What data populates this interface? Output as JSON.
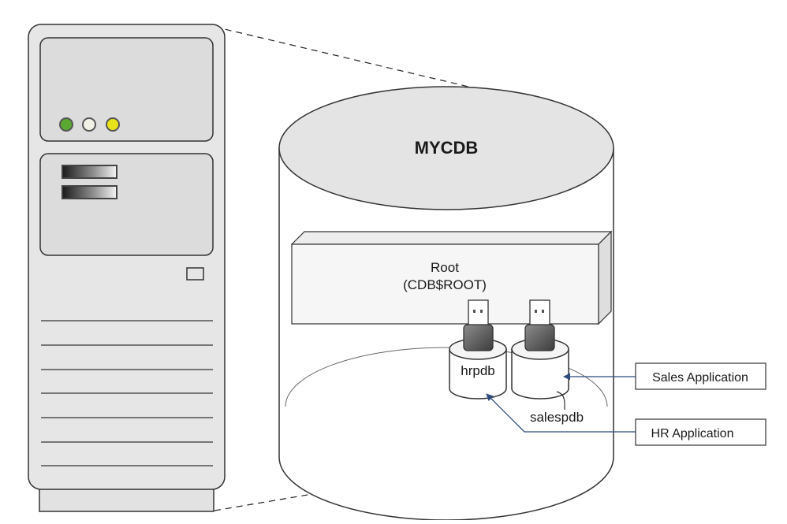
{
  "diagram": {
    "cdb_name": "MYCDB",
    "root_line1": "Root",
    "root_line2": "(CDB$ROOT)",
    "pdb1_label": "hrpdb",
    "pdb2_label": "salespdb",
    "app_box_sales": "Sales Application",
    "app_box_hr": "HR Application"
  },
  "colors": {
    "server_fill": "#e6e6e6",
    "panel_fill": "#dcdcdc",
    "led_green": "#5aa832",
    "led_white": "#f2f2e6",
    "led_yellow": "#e8e21a",
    "arrow_line": "#2c4b7c"
  },
  "icons": [
    "server-tower-icon",
    "database-cylinder-icon",
    "usb-plug-icon"
  ]
}
